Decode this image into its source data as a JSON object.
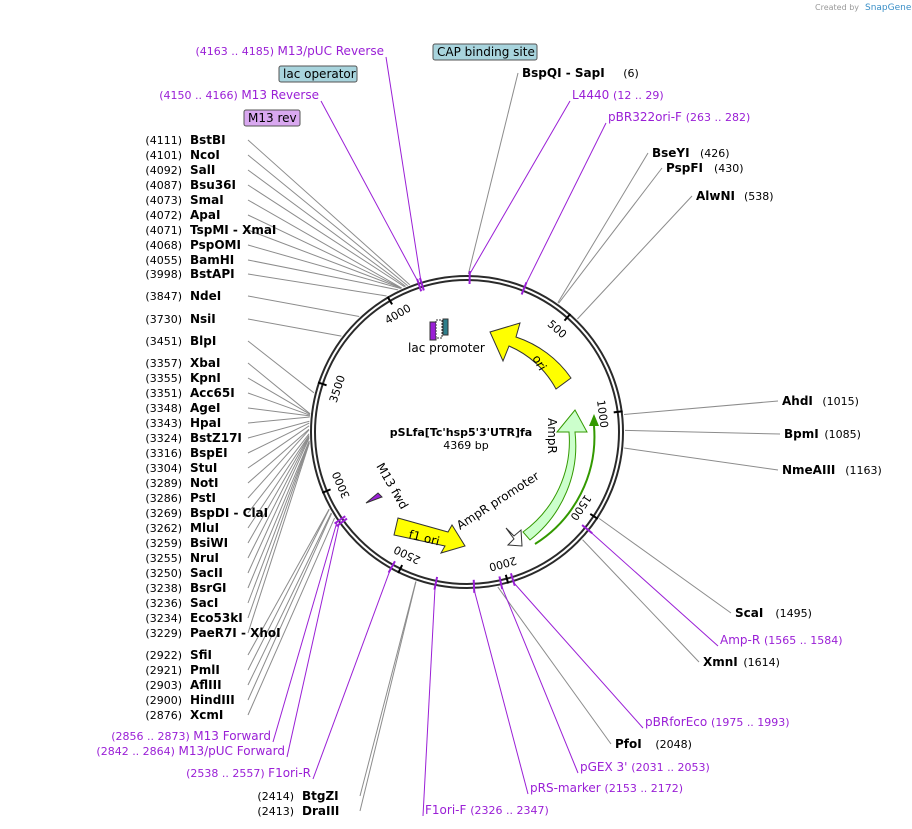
{
  "plasmid": {
    "name": "pSLfa[Tc'hsp5'3'UTR]fa",
    "size": "4369 bp"
  },
  "credit": {
    "created_by": "Created by",
    "brand": "SnapGene"
  },
  "ticks": [
    "500",
    "1000",
    "1500",
    "2000",
    "2500",
    "3000",
    "3500",
    "4000"
  ],
  "features": {
    "ori": "ori",
    "ampr": "AmpR",
    "ampr_promoter": "AmpR promoter",
    "f1_ori": "f1 ori",
    "lac_promoter": "lac promoter",
    "m13_fwd": "M13 fwd"
  },
  "boxes": {
    "cap": "CAP binding site",
    "lac_operator": "lac operator",
    "m13_rev": "M13 rev"
  },
  "enzymes_left": [
    {
      "pos": "(4111)",
      "name": "BstBI"
    },
    {
      "pos": "(4101)",
      "name": "NcoI"
    },
    {
      "pos": "(4092)",
      "name": "SalI"
    },
    {
      "pos": "(4087)",
      "name": "Bsu36I"
    },
    {
      "pos": "(4073)",
      "name": "SmaI"
    },
    {
      "pos": "(4072)",
      "name": "ApaI"
    },
    {
      "pos": "(4071)",
      "name": "TspMI - XmaI"
    },
    {
      "pos": "(4068)",
      "name": "PspOMI"
    },
    {
      "pos": "(4055)",
      "name": "BamHI"
    },
    {
      "pos": "(3998)",
      "name": "BstAPI"
    },
    {
      "pos": "(3847)",
      "name": "NdeI"
    },
    {
      "pos": "(3730)",
      "name": "NsiI"
    },
    {
      "pos": "(3451)",
      "name": "BlpI"
    },
    {
      "pos": "(3357)",
      "name": "XbaI"
    },
    {
      "pos": "(3355)",
      "name": "KpnI"
    },
    {
      "pos": "(3351)",
      "name": "Acc65I"
    },
    {
      "pos": "(3348)",
      "name": "AgeI"
    },
    {
      "pos": "(3343)",
      "name": "HpaI"
    },
    {
      "pos": "(3324)",
      "name": "BstZ17I"
    },
    {
      "pos": "(3316)",
      "name": "BspEI"
    },
    {
      "pos": "(3304)",
      "name": "StuI"
    },
    {
      "pos": "(3289)",
      "name": "NotI"
    },
    {
      "pos": "(3286)",
      "name": "PstI"
    },
    {
      "pos": "(3269)",
      "name": "BspDI - ClaI"
    },
    {
      "pos": "(3262)",
      "name": "MluI"
    },
    {
      "pos": "(3259)",
      "name": "BsiWI"
    },
    {
      "pos": "(3255)",
      "name": "NruI"
    },
    {
      "pos": "(3250)",
      "name": "SacII"
    },
    {
      "pos": "(3238)",
      "name": "BsrGI"
    },
    {
      "pos": "(3236)",
      "name": "SacI"
    },
    {
      "pos": "(3234)",
      "name": "Eco53kI"
    },
    {
      "pos": "(3229)",
      "name": "PaeR7I - XhoI"
    },
    {
      "pos": "(2922)",
      "name": "SfiI"
    },
    {
      "pos": "(2921)",
      "name": "PmlI"
    },
    {
      "pos": "(2903)",
      "name": "AflIII"
    },
    {
      "pos": "(2900)",
      "name": "HindIII"
    },
    {
      "pos": "(2876)",
      "name": "XcmI"
    },
    {
      "pos": "(2414)",
      "name": "BtgZI"
    },
    {
      "pos": "(2413)",
      "name": "DraIII"
    }
  ],
  "enzymes_right": [
    {
      "name": "BspQI - SapI",
      "pos": "(6)"
    },
    {
      "name": "BseYI",
      "pos": "(426)"
    },
    {
      "name": "PspFI",
      "pos": "(430)"
    },
    {
      "name": "AlwNI",
      "pos": "(538)"
    },
    {
      "name": "AhdI",
      "pos": "(1015)"
    },
    {
      "name": "BpmI",
      "pos": "(1085)"
    },
    {
      "name": "NmeAIII",
      "pos": "(1163)"
    },
    {
      "name": "ScaI",
      "pos": "(1495)"
    },
    {
      "name": "XmnI",
      "pos": "(1614)"
    },
    {
      "name": "PfoI",
      "pos": "(2048)"
    }
  ],
  "primers": [
    {
      "name": "M13/pUC Reverse",
      "range": "(4163 .. 4185)"
    },
    {
      "name": "M13 Reverse",
      "range": "(4150 .. 4166)"
    },
    {
      "name": "L4440",
      "range": "(12 .. 29)"
    },
    {
      "name": "pBR322ori-F",
      "range": "(263 .. 282)"
    },
    {
      "name": "Amp-R",
      "range": "(1565 .. 1584)"
    },
    {
      "name": "pBRforEco",
      "range": "(1975 .. 1993)"
    },
    {
      "name": "pGEX 3'",
      "range": "(2031 .. 2053)"
    },
    {
      "name": "pRS-marker",
      "range": "(2153 .. 2172)"
    },
    {
      "name": "F1ori-F",
      "range": "(2326 .. 2347)"
    },
    {
      "name": "F1ori-R",
      "range": "(2538 .. 2557)"
    },
    {
      "name": "M13 Forward",
      "range": "(2856 .. 2873)"
    },
    {
      "name": "M13/pUC Forward",
      "range": "(2842 .. 2864)"
    }
  ],
  "colors": {
    "primer": "#9a1fd6",
    "yellow": "#ffff00",
    "green_light": "#ccffcc",
    "green_dark": "#339900",
    "box_blue": "#a8d4dd",
    "box_purple": "#d9a8f0"
  }
}
